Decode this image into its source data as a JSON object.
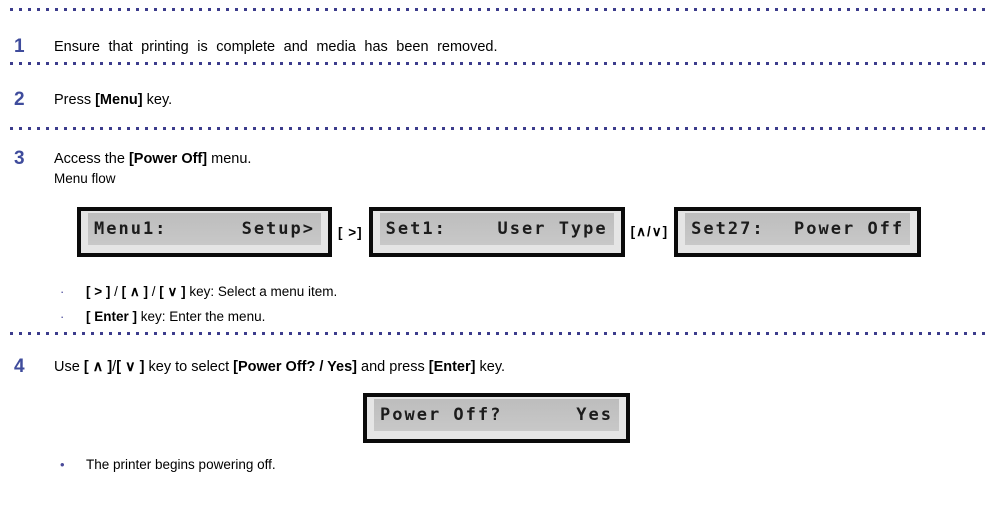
{
  "colors": {
    "accent_step_number": "#3f4c9c",
    "separator_dots": "#3c3c8c",
    "lcd_background": "#c4c4c4",
    "lcd_bevel": "#e5e5e5",
    "lcd_text": "#1c1c1c"
  },
  "step1": {
    "num": "1",
    "text": "Ensure that printing is complete and media has been removed."
  },
  "step2": {
    "num": "2",
    "t1": "Press ",
    "k1": "[Menu]",
    "t2": " key."
  },
  "step3": {
    "num": "3",
    "t1": "Access the ",
    "k1": "[Power Off]",
    "t2": " menu.",
    "subtitle": "Menu flow",
    "flow": {
      "lcd1": {
        "left": "Menu1:",
        "right": "Setup>"
      },
      "arrow1": "[ >]",
      "lcd2": {
        "left": "Set1:",
        "right": "User Type"
      },
      "arrow2": "[∧/∨]",
      "lcd3": {
        "left": "Set27:",
        "right": "Power Off"
      }
    },
    "bullet1": {
      "marker": "·",
      "k1": "[ > ]",
      "s1": " / ",
      "k2": "[ ∧ ]",
      "s2": " / ",
      "k3": "[ ∨ ]",
      "t": " key: Select a menu item."
    },
    "bullet2": {
      "marker": "·",
      "k1": "[ Enter ]",
      "t": " key: Enter the menu."
    }
  },
  "step4": {
    "num": "4",
    "t1": "Use ",
    "k1": "[ ∧ ]",
    "s1": "/",
    "k2": "[ ∨ ]",
    "t2": " key to select ",
    "k3": "[Power Off? / Yes]",
    "t3": " and press ",
    "k4": "[Enter]",
    "t4": " key.",
    "lcd": {
      "left": "Power Off?",
      "right": "Yes"
    },
    "bullet": {
      "marker": "•",
      "t": "The printer begins powering off."
    }
  }
}
